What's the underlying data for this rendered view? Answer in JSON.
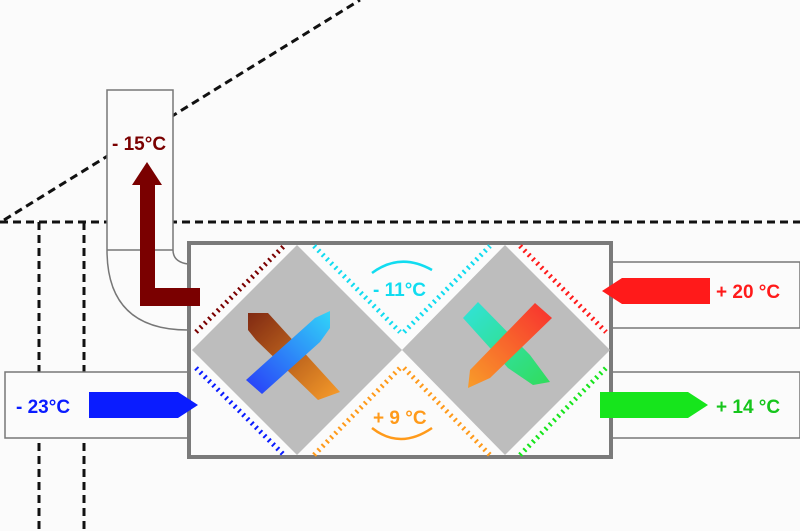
{
  "labels": {
    "exhaust": "- 15°C",
    "fresh_in": "- 23°C",
    "return_in": "+ 20 °C",
    "supply_out": "+ 14 °C",
    "intermediate_top": "- 11°C",
    "intermediate_bottom": "+ 9 °C"
  },
  "colors": {
    "exhaust": "#7a0000",
    "fresh": "#0a1cff",
    "return": "#ff1a1a",
    "supply": "#16e51c",
    "intermediate_top": "#11dcf0",
    "intermediate_bottom": "#ff9a1a",
    "core": "#bdbdbd",
    "frame": "#7a7a7a"
  }
}
